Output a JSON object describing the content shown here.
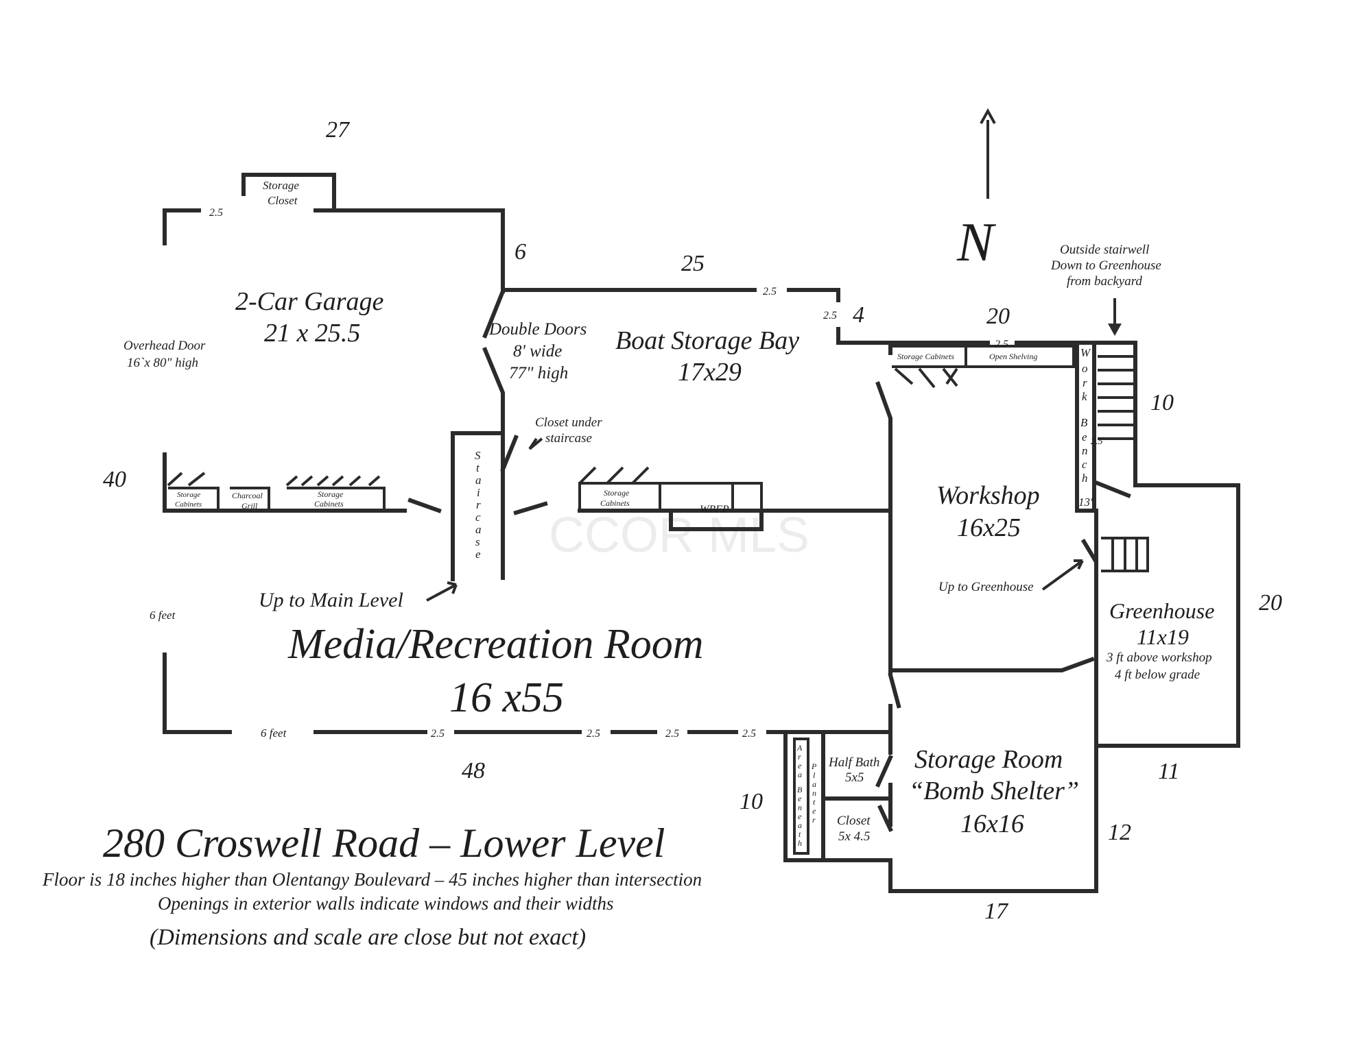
{
  "dimensions": {
    "garage_top": "27",
    "garage_east": "6",
    "boat_top": "25",
    "boat_east": "4",
    "workshop_top": "20",
    "stair_east": "10",
    "greenhouse_east": "20",
    "west": "40",
    "south": "48",
    "planter_west": "10",
    "greenhouse_south": "11",
    "storage_east": "12",
    "storage_south": "17"
  },
  "windows": {
    "garage_nw": "2.5",
    "boat_ne": "2.5",
    "boat_east": "2.5",
    "workshop_north": "2.5",
    "workbench": "2.5",
    "south_1": "2.5",
    "south_2": "2.5",
    "south_3": "2.5",
    "south_4": "2.5"
  },
  "rooms": {
    "garage_name": "2-Car Garage",
    "garage_size": "21 x 25.5",
    "boat_name": "Boat Storage Bay",
    "boat_size": "17x29",
    "workshop_name": "Workshop",
    "workshop_size": "16x25",
    "media_name": "Media/Recreation Room",
    "media_size": "16 x55",
    "greenhouse_name": "Greenhouse",
    "greenhouse_size": "11x19",
    "greenhouse_note1": "3 ft above workshop",
    "greenhouse_note2": "4 ft below grade",
    "storage_name": "Storage Room",
    "storage_alias": "“Bomb Shelter”",
    "storage_size": "16x16",
    "halfbath_name": "Half Bath",
    "halfbath_size": "5x5",
    "closet_name": "Closet",
    "closet_size": "5x 4.5"
  },
  "labels": {
    "storage_closet_1": "Storage",
    "storage_closet_2": "Closet",
    "overhead_door_1": "Overhead Door",
    "overhead_door_2": "16`x 80\"  high",
    "double_doors_1": "Double Doors",
    "double_doors_2": "8' wide",
    "double_doors_3": "77\" high",
    "closet_under_1": "Closet under",
    "closet_under_2": "staircase",
    "staircase": [
      "S",
      "t",
      "a",
      "i",
      "r",
      "c",
      "a",
      "s",
      "e"
    ],
    "storage_cabinets_a_1": "Storage",
    "storage_cabinets_a_2": "Cabinets",
    "charcoal_grill_1": "Charcoal",
    "charcoal_grill_2": "Grill",
    "storage_cabinets_b_1": "Storage",
    "storage_cabinets_b_2": "Cabinets",
    "storage_cabinets_c_1": "Storage",
    "storage_cabinets_c_2": "Cabinets",
    "wbfp": "WBFP",
    "storage_cabinets_ws": "Storage Cabinets",
    "open_shelving": "Open Shelving",
    "work_bench": [
      "W",
      "o",
      "r",
      "k",
      "",
      "B",
      "e",
      "n",
      "c",
      "h"
    ],
    "bench_13": "13'",
    "up_to_main": "Up to Main Level",
    "up_to_greenhouse": "Up to Greenhouse",
    "six_feet_west": "6 feet",
    "six_feet_south": "6 feet",
    "outside_stair_1": "Outside stairwell",
    "outside_stair_2": "Down to Greenhouse",
    "outside_stair_3": "from backyard",
    "area_beneath": [
      "A",
      "r",
      "e",
      "a",
      "",
      "B",
      "e",
      "n",
      "e",
      "a",
      "t",
      "h"
    ],
    "planter": [
      "P",
      "l",
      "a",
      "n",
      "t",
      "e",
      "r"
    ],
    "north": "N",
    "watermark": "CCOR MLS"
  },
  "footer": {
    "title": "280 Croswell Road – Lower Level",
    "line1": "Floor is 18 inches higher than Olentangy Boulevard – 45 inches higher than intersection",
    "line2": "Openings in exterior walls indicate windows and their widths",
    "line3": "(Dimensions and scale are close but not exact)"
  }
}
